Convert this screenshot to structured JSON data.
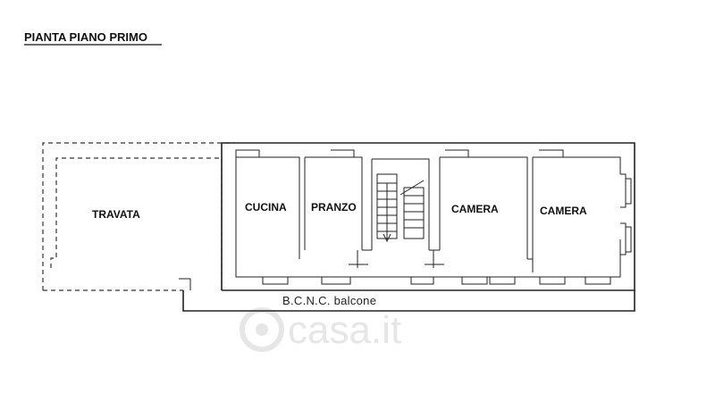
{
  "plan": {
    "title": "PIANTA PIANO PRIMO",
    "rooms": {
      "travata": "TRAVATA",
      "cucina": "CUCINA",
      "pranzo": "PRANZO",
      "camera_1": "CAMERA",
      "camera_2": "CAMERA"
    },
    "balcony_label": "B.C.N.C. balcone"
  },
  "watermark": {
    "text": "casa.it"
  },
  "colors": {
    "lines": "#222222",
    "watermark": "#e6e6e6"
  }
}
